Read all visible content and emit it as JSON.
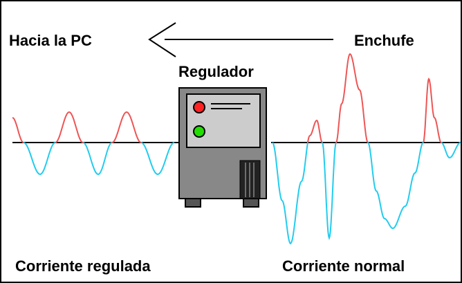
{
  "labels": {
    "to_pc": "Hacia la PC",
    "outlet": "Enchufe",
    "regulator": "Regulador",
    "regulated_current": "Corriente regulada",
    "normal_current": "Corriente normal"
  },
  "colors": {
    "wave_positive": "#ee5555",
    "wave_negative": "#22ccee",
    "led_red": "#ff2222",
    "led_green": "#22dd00",
    "device_body": "#888888",
    "device_panel": "#cccccc",
    "device_frame": "#000000"
  }
}
